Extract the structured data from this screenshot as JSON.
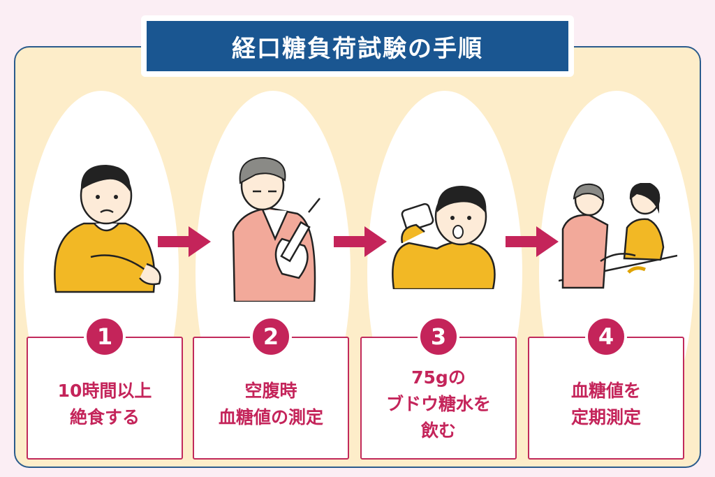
{
  "title": "経口糖負荷試験の手順",
  "colors": {
    "accent": "#c4245a",
    "title_bg": "#1a5691",
    "panel_bg": "#fdedc9",
    "page_bg": "#fbeef4"
  },
  "steps": [
    {
      "number": "1",
      "text": "10時間以上\n絶食する",
      "icon": "fasting-person-illustration"
    },
    {
      "number": "2",
      "text": "空腹時\n血糖値の測定",
      "icon": "blood-draw-illustration"
    },
    {
      "number": "3",
      "text": "75gの\nブドウ糖水を\n飲む",
      "icon": "drinking-glucose-illustration"
    },
    {
      "number": "4",
      "text": "血糖値を\n定期測定",
      "icon": "periodic-measurement-illustration"
    }
  ]
}
